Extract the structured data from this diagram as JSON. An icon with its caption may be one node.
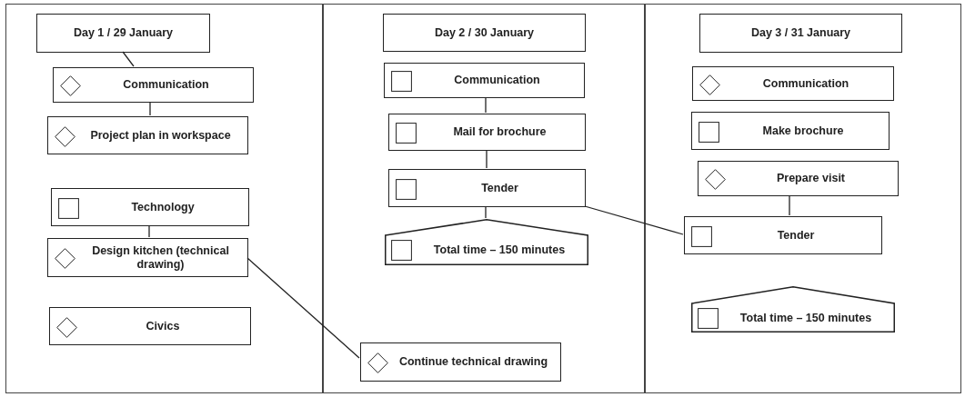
{
  "diagram": {
    "nodes": [
      {
        "text": [],
        "shape": "box"
      },
      {
        "text": [
          "Day 1 / 29 January"
        ],
        "in": 0
      },
      {
        "text": [
          "Communication"
        ],
        "in": 0
      },
      {
        "text": [],
        "shape": "diamond",
        "in": 2
      },
      {
        "text": [
          "Project plan in workspace"
        ],
        "in": 0
      },
      {
        "text": [],
        "shape": "diamond",
        "in": 4
      },
      {
        "text": [
          "Technology"
        ],
        "in": 0
      },
      {
        "text": [],
        "shape": "box",
        "in": 6
      },
      {
        "text": [
          "Design kitchen (technical drawing)"
        ],
        "in": 0
      },
      {
        "text": [],
        "shape": "diamond",
        "in": 8
      },
      {
        "text": [
          "Civics"
        ],
        "in": 0
      },
      {
        "text": [],
        "shape": "diamond",
        "in": 10
      },
      {
        "text": [],
        "shape": "box"
      },
      {
        "text": [
          "Day 2 / 30 January"
        ],
        "in": 12
      },
      {
        "text": [
          "Communication"
        ],
        "in": 12
      },
      {
        "text": [],
        "shape": "box",
        "in": 14
      },
      {
        "text": [
          "Mail for brochure"
        ],
        "in": 12
      },
      {
        "text": [],
        "shape": "box",
        "in": 16
      },
      {
        "text": [
          "Tender"
        ],
        "in": 12
      },
      {
        "text": [],
        "shape": "box",
        "in": 18
      },
      {
        "text": [
          "Total time – 150 minutes"
        ],
        "in": 12
      },
      {
        "text": [],
        "shape": "box",
        "in": 20
      },
      {
        "text": [
          "Continue technical drawing"
        ],
        "in": 12
      },
      {
        "text": [],
        "shape": "diamond",
        "in": 22
      },
      {
        "text": [],
        "shape": "box"
      },
      {
        "text": [
          "Day 3 / 31 January"
        ],
        "in": 24
      },
      {
        "text": [
          "Communication"
        ],
        "in": 24
      },
      {
        "text": [],
        "shape": "diamond",
        "in": 26
      },
      {
        "text": [
          "Make brochure"
        ],
        "in": 24
      },
      {
        "text": [],
        "shape": "box",
        "in": 28
      },
      {
        "text": [
          "Prepare visit"
        ],
        "in": 24
      },
      {
        "text": [],
        "shape": "diamond",
        "in": 30
      },
      {
        "text": [
          "Tender"
        ],
        "in": 24
      },
      {
        "text": [],
        "shape": "box",
        "in": 32
      },
      {
        "text": [
          "Total time – 150 minutes"
        ],
        "in": 24
      },
      {
        "text": [],
        "shape": "box",
        "in": 34
      }
    ],
    "edges": [
      {
        "from": 1,
        "to": 2,
        "arrow": "none"
      },
      {
        "from": 2,
        "to": 4,
        "arrow": "none"
      },
      {
        "from": 6,
        "to": 8,
        "arrow": "none"
      },
      {
        "from": 8,
        "to": 22,
        "arrow": "none"
      },
      {
        "from": 14,
        "to": 16,
        "arrow": "none"
      },
      {
        "from": 16,
        "to": 18,
        "arrow": "none"
      },
      {
        "from": 18,
        "to": 20,
        "arrow": "none"
      },
      {
        "from": 18,
        "to": 32,
        "arrow": "none"
      },
      {
        "from": 30,
        "to": 32,
        "arrow": "none"
      }
    ]
  }
}
